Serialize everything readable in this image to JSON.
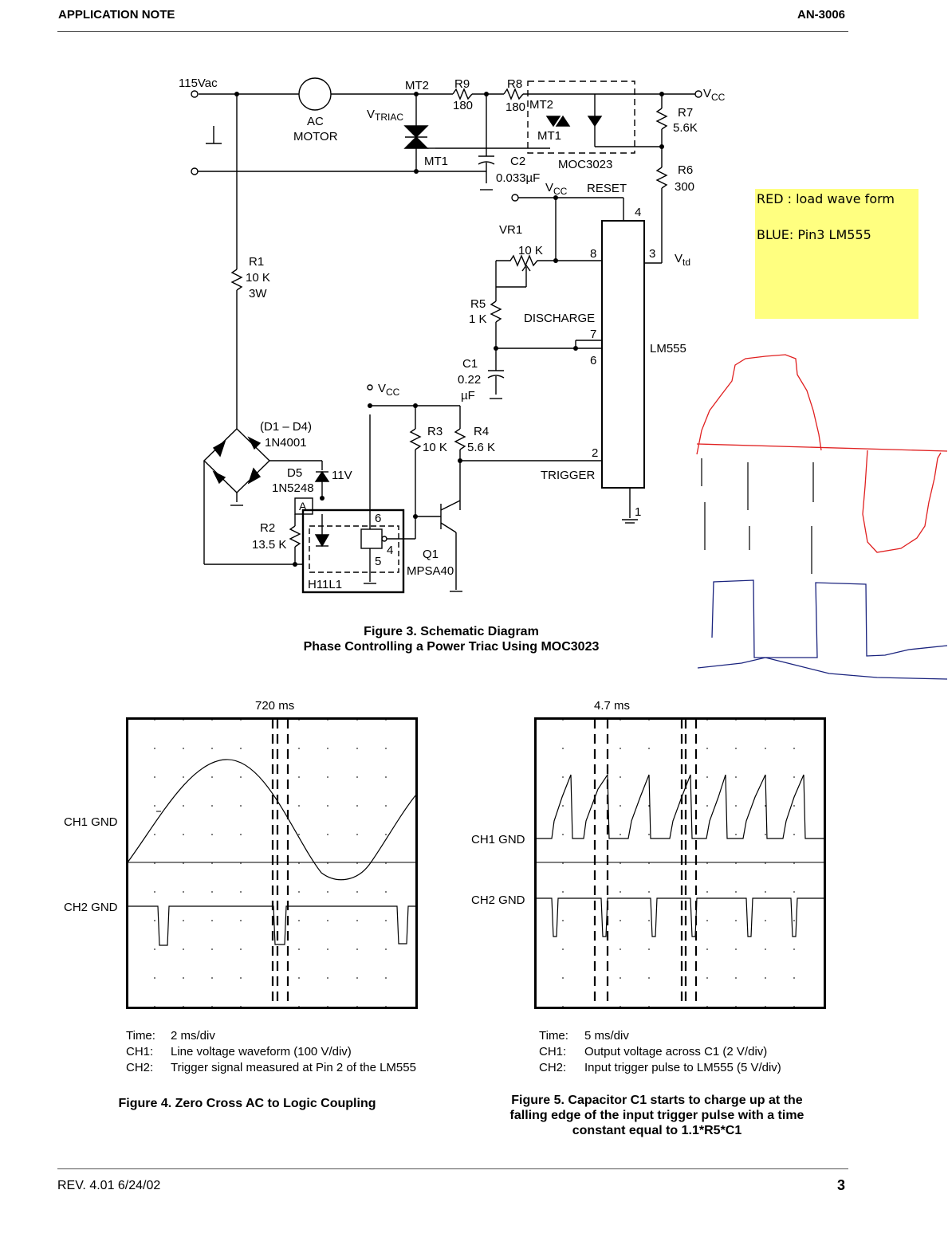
{
  "header": {
    "left": "APPLICATION NOTE",
    "right": "AN-3006"
  },
  "footer": {
    "left": "REV. 4.01 6/24/02",
    "page": "3"
  },
  "note": {
    "line1": "RED : load wave form",
    "line2": "BLUE: Pin3 LM555"
  },
  "schematic": {
    "caption_line1": "Figure 3. Schematic Diagram",
    "caption_line2": "Phase Controlling a Power Triac Using MOC3023",
    "labels": {
      "v115": "115Vac",
      "ac": "AC",
      "motor": "MOTOR",
      "mt2": "MT2",
      "mt1": "MT1",
      "vtriac_v": "V",
      "vtriac_sub": "TRIAC",
      "r9": "R9",
      "r9v": "180",
      "r8": "R8",
      "r8v": "180",
      "moc_mt2": "MT2",
      "moc_mt1": "MT1",
      "moc": "MOC3023",
      "c2": "C2",
      "c2v": "0.033µF",
      "vcc_v": "V",
      "vcc_sub": "CC",
      "r7": "R7",
      "r7v": "5.6K",
      "r6": "R6",
      "r6v": "300",
      "reset": "RESET",
      "pin4": "4",
      "pin8": "8",
      "pin3": "3",
      "vtd_v": "V",
      "vtd_sub": "td",
      "vr1": "VR1",
      "vr1v": "10 K",
      "r1": "R1",
      "r1v": "10 K",
      "r1w": "3W",
      "r5": "R5",
      "r5v": "1 K",
      "discharge": "DISCHARGE",
      "pin7": "7",
      "pin6": "6",
      "lm555": "LM555",
      "c1": "C1",
      "c1v": "0.22",
      "c1u": "µF",
      "d1d4": "(D1 – D4)",
      "n4001": "1N4001",
      "r3": "R3",
      "r3v": "10 K",
      "r4": "R4",
      "r4v": "5.6 K",
      "pin2": "2",
      "trigger": "TRIGGER",
      "d5": "D5",
      "n5248": "1N5248",
      "v11": "11V",
      "a": "A",
      "r2": "R2",
      "r2v": "13.5 K",
      "h6": "6",
      "h4": "4",
      "h5": "5",
      "h11l1": "H11L1",
      "q1": "Q1",
      "mpsa40": "MPSA40",
      "pin1": "1"
    }
  },
  "scope_left": {
    "top_label": "720 ms",
    "ch1": "CH1 GND",
    "ch2": "CH2 GND",
    "legend": [
      {
        "key": "Time:",
        "value": "2 ms/div"
      },
      {
        "key": "CH1:",
        "value": "Line voltage waveform (100 V/div)"
      },
      {
        "key": "CH2:",
        "value": "Trigger signal measured at Pin 2 of the LM555"
      }
    ],
    "caption": "Figure 4. Zero Cross AC to Logic Coupling"
  },
  "scope_right": {
    "top_label": "4.7 ms",
    "ch1": "CH1 GND",
    "ch2": "CH2 GND",
    "legend": [
      {
        "key": "Time:",
        "value": "5 ms/div"
      },
      {
        "key": "CH1:",
        "value": "Output voltage across C1 (2 V/div)"
      },
      {
        "key": "CH2:",
        "value": "Input trigger pulse to LM555 (5 V/div)"
      }
    ],
    "caption_line1": "Figure 5. Capacitor C1 starts to charge up at the",
    "caption_line2": "falling edge of the input trigger pulse with a time",
    "caption_line3": "constant equal to 1.1*R5*C1"
  },
  "colors": {
    "red_trace": "#e02020",
    "blue_trace": "#1a237e",
    "note_bg": "#ffff80"
  }
}
